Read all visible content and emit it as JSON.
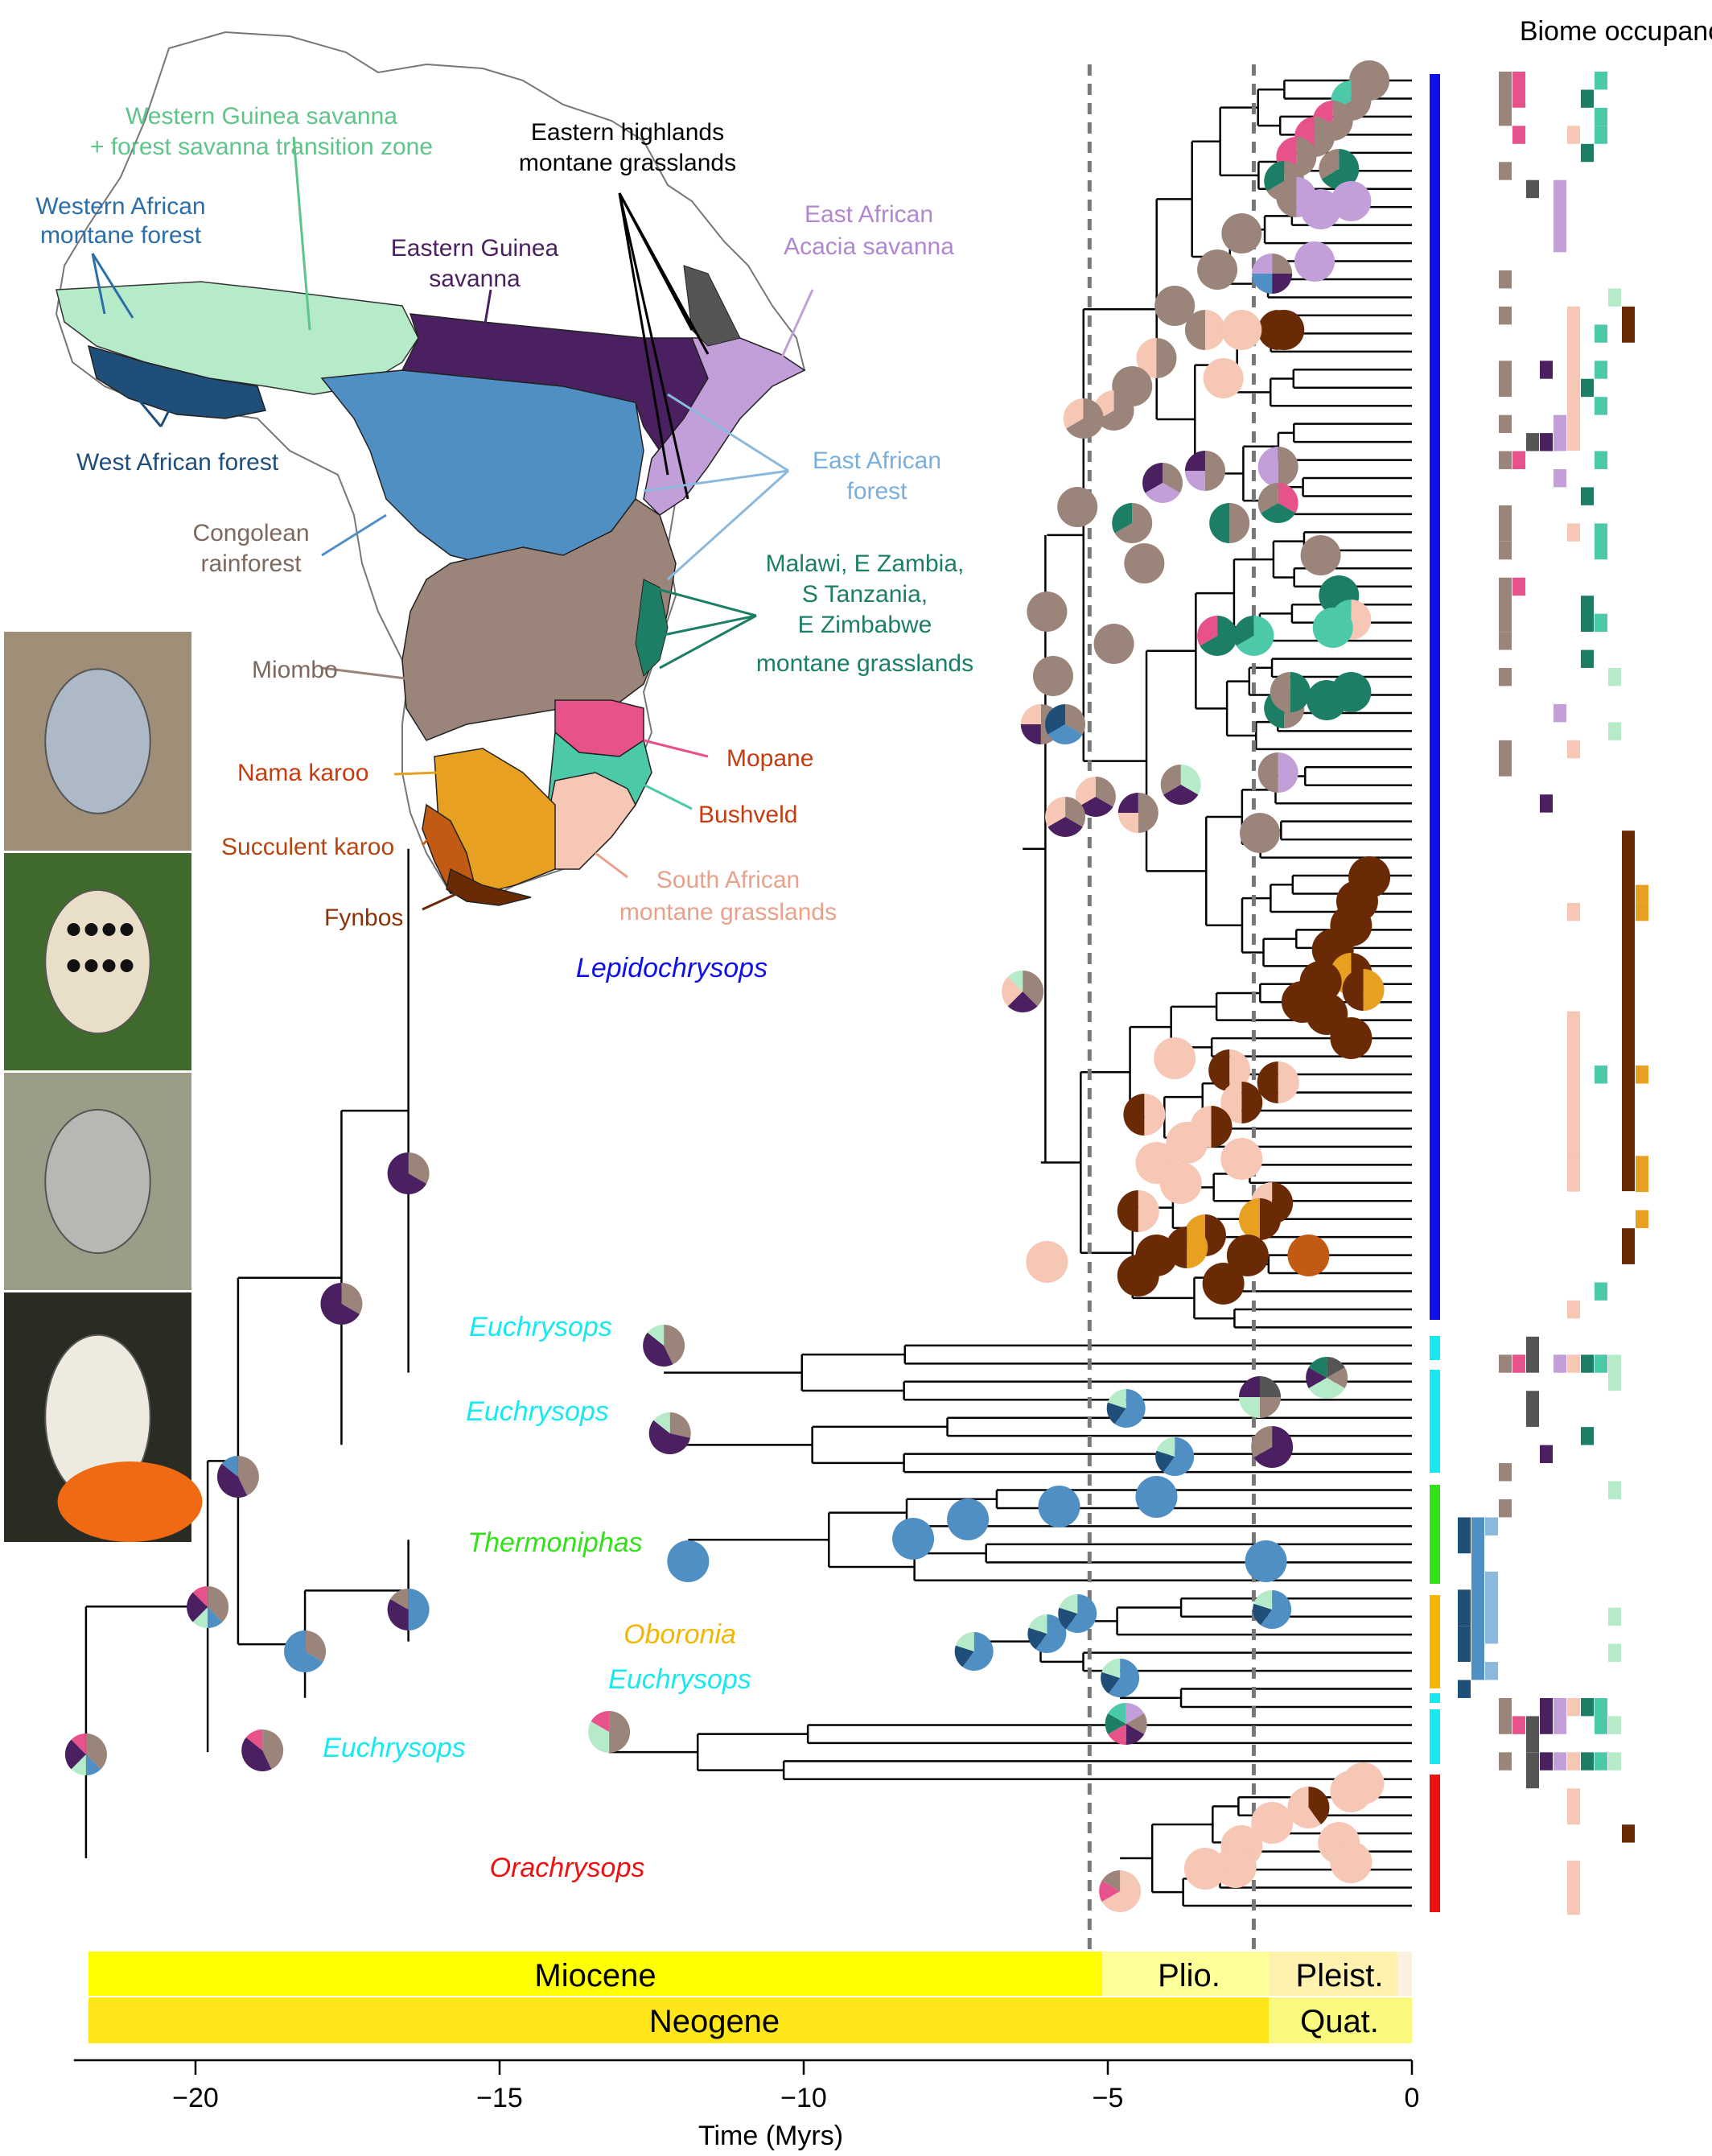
{
  "biome_heading": "Biome occupancy",
  "map_labels": {
    "western_guinea": [
      "Western Guinea savanna",
      "+ forest savanna transition zone"
    ],
    "western_montane": [
      "Western African",
      "montane forest"
    ],
    "west_forest": "West African forest",
    "eastern_highlands": [
      "Eastern highlands",
      "montane grasslands"
    ],
    "eastern_guinea": [
      "Eastern Guinea",
      "savanna"
    ],
    "east_acacia": [
      "East African",
      "Acacia savanna"
    ],
    "east_forest": [
      "East African",
      "forest"
    ],
    "congolean": [
      "Congolean",
      "rainforest"
    ],
    "malawi": [
      "Malawi, E Zambia,",
      "S Tanzania,",
      "E Zimbabwe",
      "montane grasslands"
    ],
    "miombo": "Miombo",
    "mopane": "Mopane",
    "nama": "Nama karoo",
    "bushveld": "Bushveld",
    "succulent": "Succulent karoo",
    "fynbos": "Fynbos",
    "sa_montane": [
      "South African",
      "montane grasslands"
    ]
  },
  "colors": {
    "congolean": "#9b8479",
    "miombo": "#9b8479",
    "eastern_guinea": "#4b2060",
    "east_acacia": "#c29fd9",
    "east_forest": "#8bb9de",
    "west_forest": "#1f4e79",
    "western_guinea": "#b5ebc8",
    "congo_basin": "#4f8fc4",
    "mopane": "#e8528a",
    "bushveld": "#4cc9a8",
    "malawi": "#1d7e66",
    "highlands": "#555555",
    "nama": "#e8a020",
    "succulent": "#c25a14",
    "fynbos": "#6b2a06",
    "sa_montane": "#f5c7b4",
    "lepidochrysops": "#1010e8",
    "euchrysops": "#18e8f0",
    "thermoniphas": "#33e01a",
    "oboronia": "#f2b705",
    "orachrysops": "#ee1111"
  },
  "clades": [
    {
      "name": "Lepidochrysops",
      "color": "#1010e8"
    },
    {
      "name": "Euchrysops",
      "color": "#18e8f0"
    },
    {
      "name": "Euchrysops",
      "color": "#18e8f0"
    },
    {
      "name": "Thermoniphas",
      "color": "#33e01a"
    },
    {
      "name": "Oboronia",
      "color": "#f2b705"
    },
    {
      "name": "Euchrysops",
      "color": "#18e8f0"
    },
    {
      "name": "Euchrysops",
      "color": "#18e8f0"
    },
    {
      "name": "Orachrysops",
      "color": "#ee1111"
    }
  ],
  "epochs": {
    "miocene": "Miocene",
    "pliocene": "Plio.",
    "pleistocene": "Pleist.",
    "neogene": "Neogene",
    "quaternary": "Quat."
  },
  "axis": {
    "title": "Time (Myrs)",
    "ticks": [
      {
        "value": -20,
        "label": "−20"
      },
      {
        "value": -15,
        "label": "−15"
      },
      {
        "value": -10,
        "label": "−10"
      },
      {
        "value": -5,
        "label": "−5"
      },
      {
        "value": 0,
        "label": "0"
      }
    ],
    "range": [
      -22,
      0
    ],
    "reference_lines": [
      -5.3,
      -2.6
    ]
  },
  "photos": [
    {
      "name": "butterfly-photo-1",
      "bg": "#a08f78",
      "wing": "#aeb9c8"
    },
    {
      "name": "butterfly-photo-2",
      "bg": "#3f6a2c",
      "wing": "#e9dfc9"
    },
    {
      "name": "butterfly-photo-3",
      "bg": "#9b9d88",
      "wing": "#b9b7b4"
    },
    {
      "name": "butterfly-photo-4",
      "bg": "#2a2b22",
      "wing": "#efeae0"
    }
  ]
}
